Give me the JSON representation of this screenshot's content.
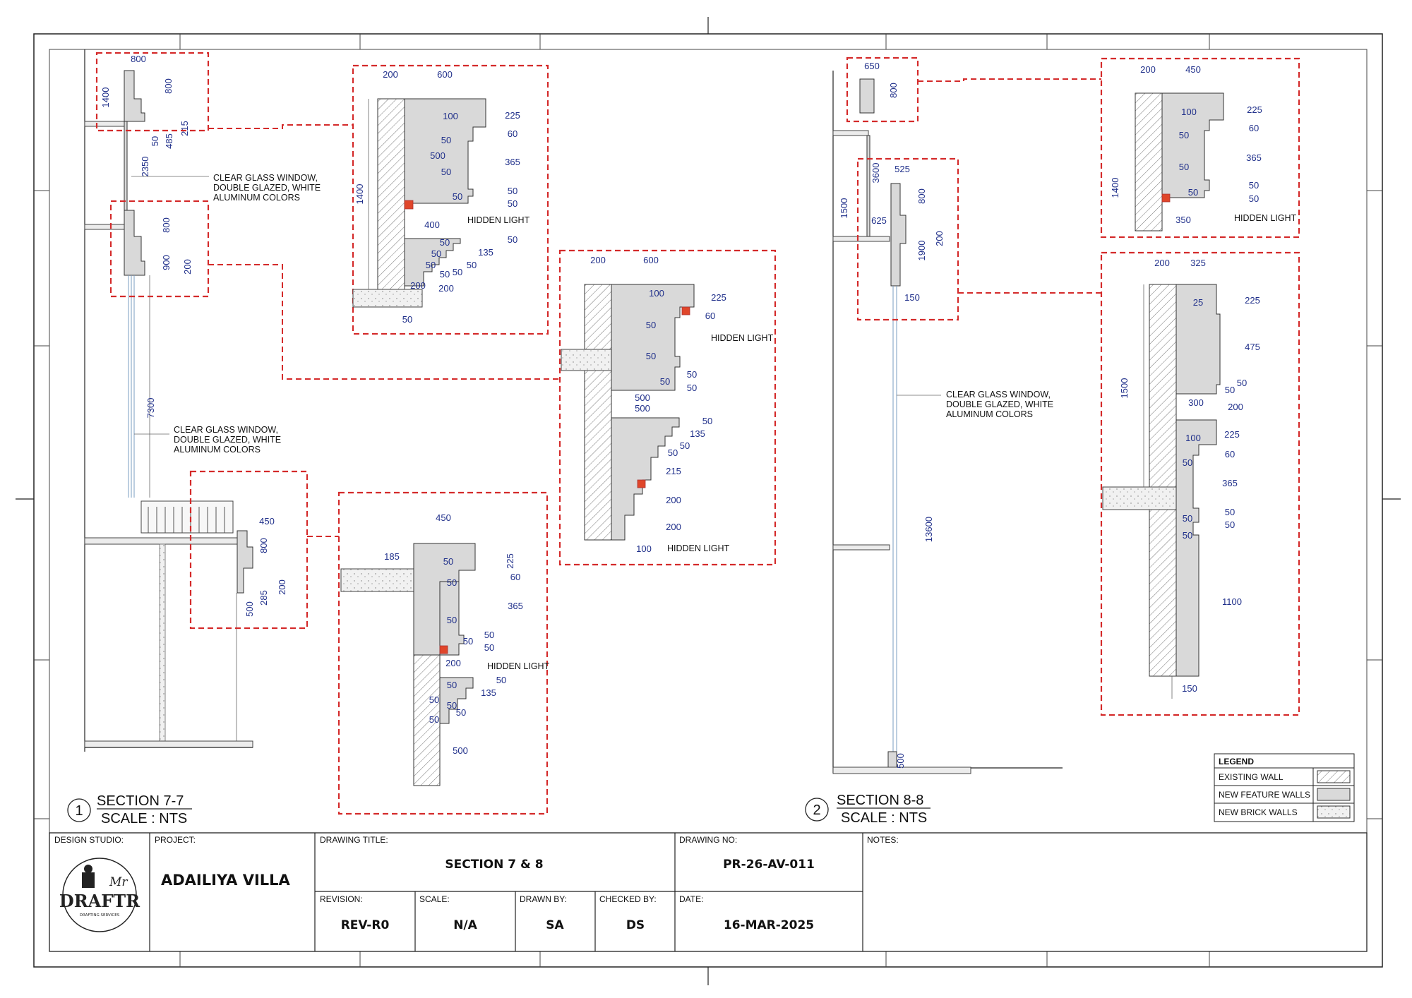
{
  "sections": {
    "s1": {
      "number": "1",
      "title": "SECTION 7-7",
      "scale": "SCALE : NTS"
    },
    "s2": {
      "number": "2",
      "title": "SECTION 8-8",
      "scale": "SCALE : NTS"
    }
  },
  "annotations": {
    "glass_l1": "CLEAR GLASS WINDOW,",
    "glass_l2": "DOUBLE GLAZED, WHITE",
    "glass_l3": "ALUMINUM COLORS",
    "hidden_light": "HIDDEN LIGHT"
  },
  "legend": {
    "title": "LEGEND",
    "items": [
      "EXISTING WALL",
      "NEW FEATURE WALLS",
      "NEW BRICK WALLS"
    ]
  },
  "title_block": {
    "design_studio_label": "DESIGN STUDIO:",
    "project_label": "PROJECT:",
    "project": "ADAILIYA VILLA",
    "drawing_title_label": "DRAWING TITLE:",
    "drawing_title": "SECTION 7 & 8",
    "drawing_no_label": "DRAWING NO:",
    "drawing_no": "PR-26-AV-011",
    "notes_label": "NOTES:",
    "revision_label": "REVISION:",
    "revision": "REV-R0",
    "scale_label": "SCALE:",
    "scale": "N/A",
    "drawn_by_label": "DRAWN BY:",
    "drawn_by": "SA",
    "checked_by_label": "CHECKED BY:",
    "checked_by": "DS",
    "date_label": "DATE:",
    "date": "16-MAR-2025",
    "logo_top": "Mr",
    "logo_main": "DRAFTR",
    "logo_sub": "DRAFTING SERVICES"
  },
  "dimensions": {
    "d800": "800",
    "d1400": "1400",
    "d215": "215",
    "d50": "50",
    "d485": "485",
    "d2350": "2350",
    "d900": "900",
    "d200": "200",
    "d7300": "7300",
    "d450": "450",
    "d285": "285",
    "d500": "500",
    "d600": "600",
    "d100": "100",
    "d225": "225",
    "d60": "60",
    "d365": "365",
    "d400": "400",
    "d135": "135",
    "d185": "185",
    "d215b": "215",
    "d650": "650",
    "d3600": "3600",
    "d1500": "1500",
    "d525": "525",
    "d625": "625",
    "d1900": "1900",
    "d150": "150",
    "d13600": "13600",
    "d350": "350",
    "d325": "325",
    "d25": "25",
    "d475": "475",
    "d300": "300",
    "d1100": "1100"
  }
}
